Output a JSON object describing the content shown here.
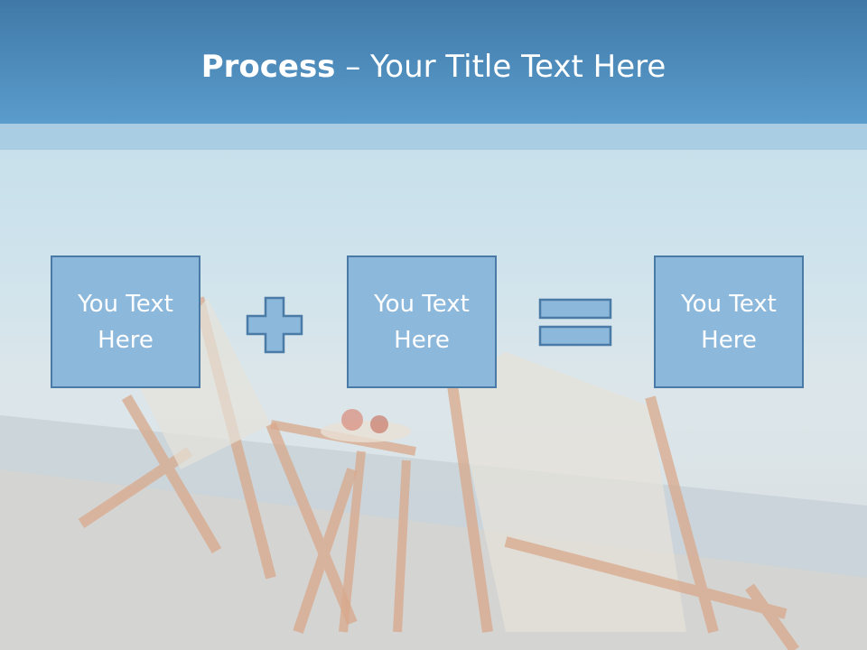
{
  "slide": {
    "title_bold": "Process",
    "title_rest": " – Your Title Text Here"
  },
  "process": {
    "boxes": [
      {
        "text": "You Text Here"
      },
      {
        "text": "You Text Here"
      },
      {
        "text": "You Text Here"
      }
    ],
    "operators": [
      "plus-icon",
      "equals-icon"
    ]
  },
  "colors": {
    "header": "#5a9ccc",
    "box_fill": "#8cb8dc",
    "box_border": "#4a7aa6",
    "text": "#ffffff"
  }
}
